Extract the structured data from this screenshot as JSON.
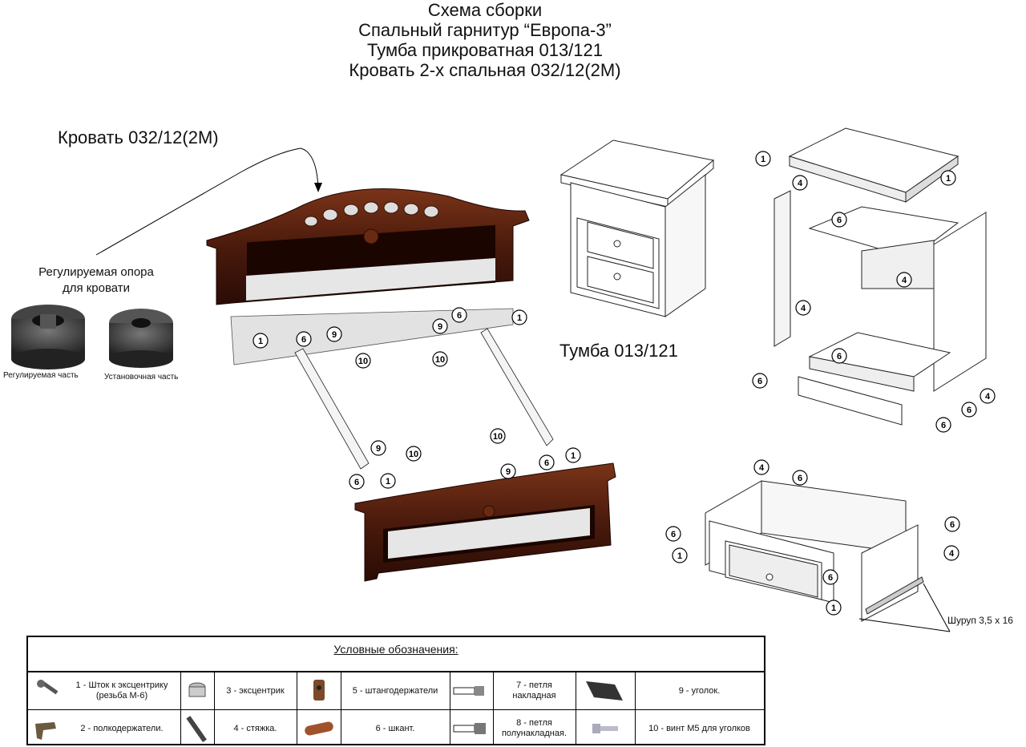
{
  "title": {
    "line1": "Схема сборки",
    "line2": "Спальный гарнитур “Европа-3”",
    "line3": "Тумба прикроватная 013/121",
    "line4": "Кровать 2-х спальная 032/12(2М)"
  },
  "labels": {
    "bed": "Кровать 032/12(2М)",
    "support_line1": "Регулируемая опора",
    "support_line2": "для кровати",
    "adjustable_part": "Регулируемая часть",
    "mounting_part": "Установочная часть",
    "nightstand": "Тумба 013/121",
    "screw": "Шуруп 3,5 х 16"
  },
  "callout_numbers": [
    "1",
    "4",
    "6",
    "9",
    "10"
  ],
  "legend": {
    "title": "Условные обозначения:",
    "items": [
      {
        "num": "1",
        "text_line1": "1 - Шток к эксцентрику",
        "text_line2": "(резьба М-6)",
        "icon": "eccentric-rod-icon"
      },
      {
        "num": "2",
        "text_line1": "2 - полкодержатели.",
        "text_line2": "",
        "icon": "shelf-holder-icon"
      },
      {
        "num": "3",
        "text_line1": "3 - эксцентрик",
        "text_line2": "",
        "icon": "eccentric-icon"
      },
      {
        "num": "4",
        "text_line1": "4 - стяжка.",
        "text_line2": "",
        "icon": "screw-tie-icon"
      },
      {
        "num": "5",
        "text_line1": "5 - штангодержатели",
        "text_line2": "",
        "icon": "rod-holder-icon"
      },
      {
        "num": "6",
        "text_line1": "6 - шкант.",
        "text_line2": "",
        "icon": "dowel-icon"
      },
      {
        "num": "7",
        "text_line1": "7 - петля",
        "text_line2": "накладная",
        "icon": "overlay-hinge-icon"
      },
      {
        "num": "8",
        "text_line1": "8 - петля",
        "text_line2": "полунакладная.",
        "icon": "half-overlay-hinge-icon"
      },
      {
        "num": "9",
        "text_line1": "9 - уголок.",
        "text_line2": "",
        "icon": "corner-bracket-icon"
      },
      {
        "num": "10",
        "text_line1": "10 - винт М5 для уголков",
        "text_line2": "",
        "icon": "m5-screw-icon"
      }
    ]
  },
  "colors": {
    "wood": "#4a1a0c",
    "wood_highlight": "#8a4a2a",
    "panel": "#dcdcdc",
    "line": "#000000"
  }
}
